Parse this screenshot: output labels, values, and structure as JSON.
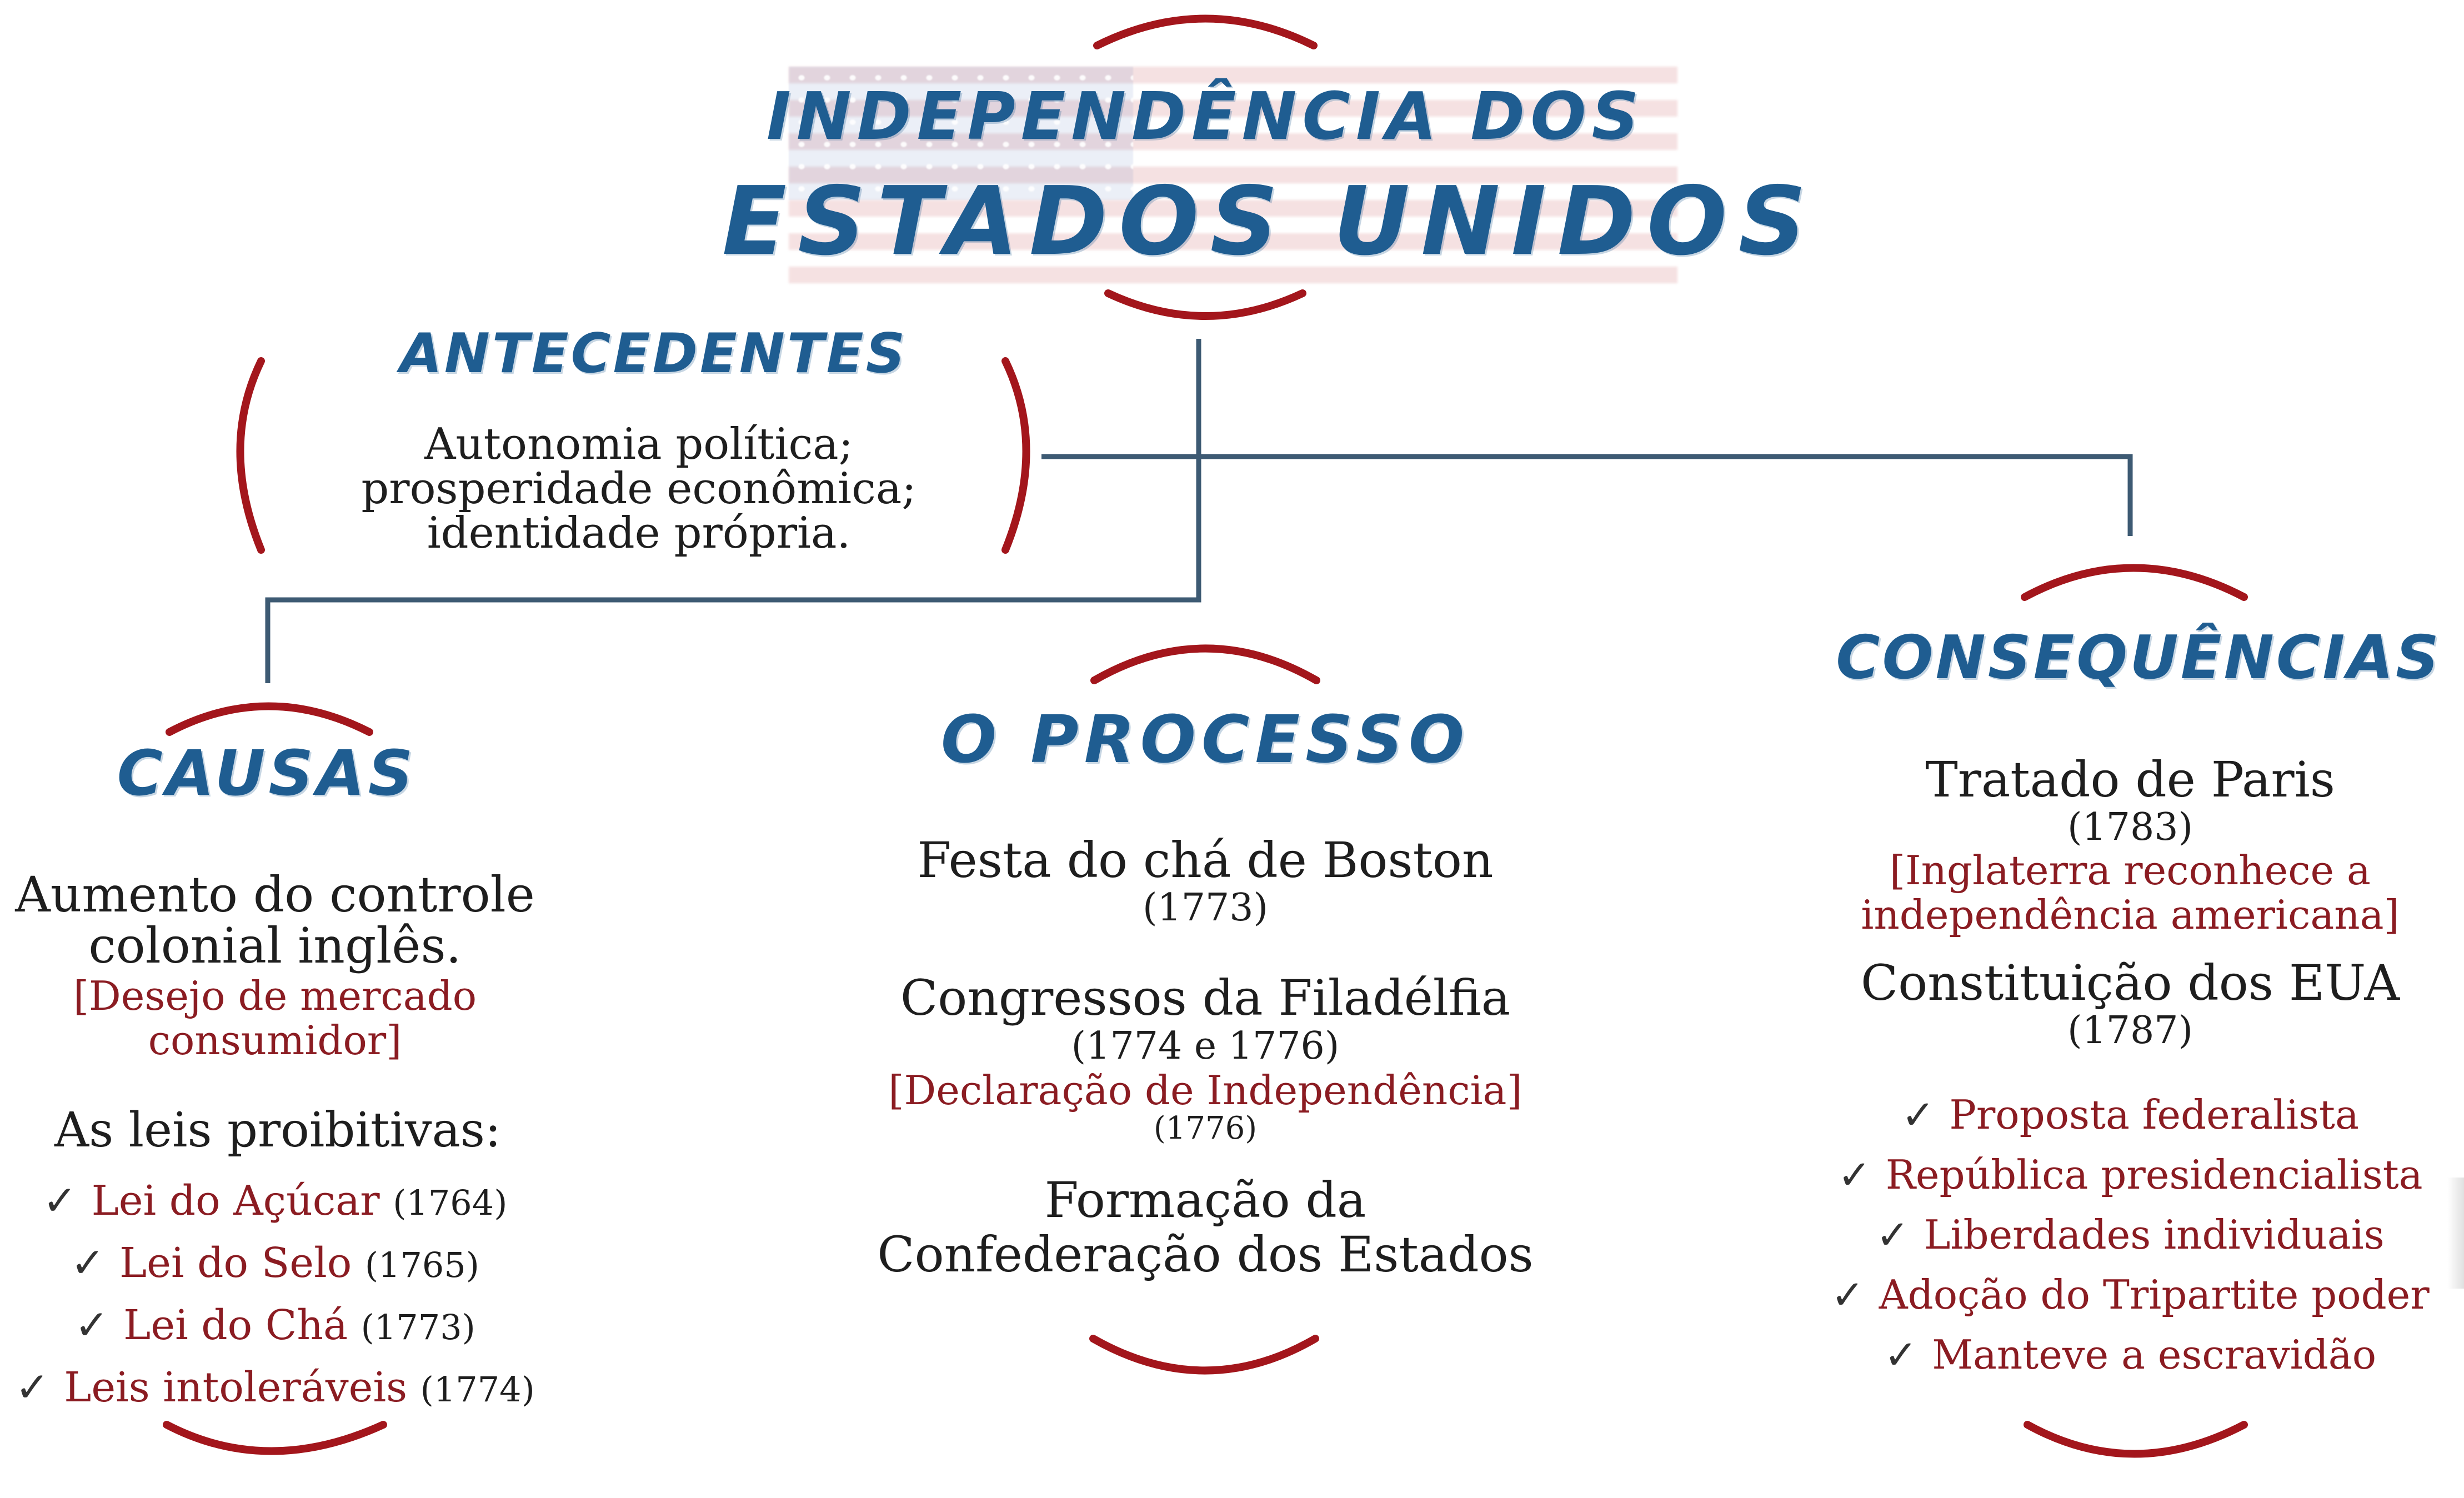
{
  "title": {
    "line1": "INDEPENDÊNCIA DOS",
    "line2": "ESTADOS UNIDOS"
  },
  "antecedentes": {
    "heading": "ANTECEDENTES",
    "lines": [
      "Autonomia política;",
      "prosperidade econômica;",
      "identidade própria."
    ]
  },
  "causas": {
    "heading": "CAUSAS",
    "main": [
      "Aumento do controle",
      "colonial inglês."
    ],
    "note": [
      "[Desejo de mercado",
      "consumidor]"
    ],
    "subheading": "As leis proibitivas:",
    "items": [
      {
        "label": "Lei do Açúcar",
        "year": "(1764)"
      },
      {
        "label": "Lei do Selo",
        "year": "(1765)"
      },
      {
        "label": "Lei do Chá",
        "year": "(1773)"
      },
      {
        "label": "Leis intoleráveis",
        "year": "(1774)"
      }
    ]
  },
  "processo": {
    "heading": "O PROCESSO",
    "events": [
      {
        "title": "Festa do chá de Boston",
        "year": "(1773)"
      },
      {
        "title": "Congressos da Filadélfia",
        "year": "(1774 e 1776)",
        "note": "[Declaração de Independência]",
        "note_year": "(1776)"
      },
      {
        "title_lines": [
          "Formação da",
          "Confederação dos Estados"
        ]
      }
    ]
  },
  "consequencias": {
    "heading": "CONSEQUÊNCIAS",
    "treaty": {
      "title": "Tratado de Paris",
      "year": "(1783)",
      "note": [
        "[Inglaterra reconhece a",
        "independência americana]"
      ]
    },
    "constitution": {
      "title": "Constituição dos EUA",
      "year": "(1787)"
    },
    "items": [
      "Proposta federalista",
      "República presidencialista",
      "Liberdades individuais",
      "Adoção do Tripartite poder",
      "Manteve a escravidão"
    ]
  },
  "icons": {
    "check": "check-icon"
  },
  "colors": {
    "heading_blue": "#1f5d91",
    "accent_red": "#8b1c22",
    "line": "#3d5a73",
    "text": "#1e1e1e"
  }
}
